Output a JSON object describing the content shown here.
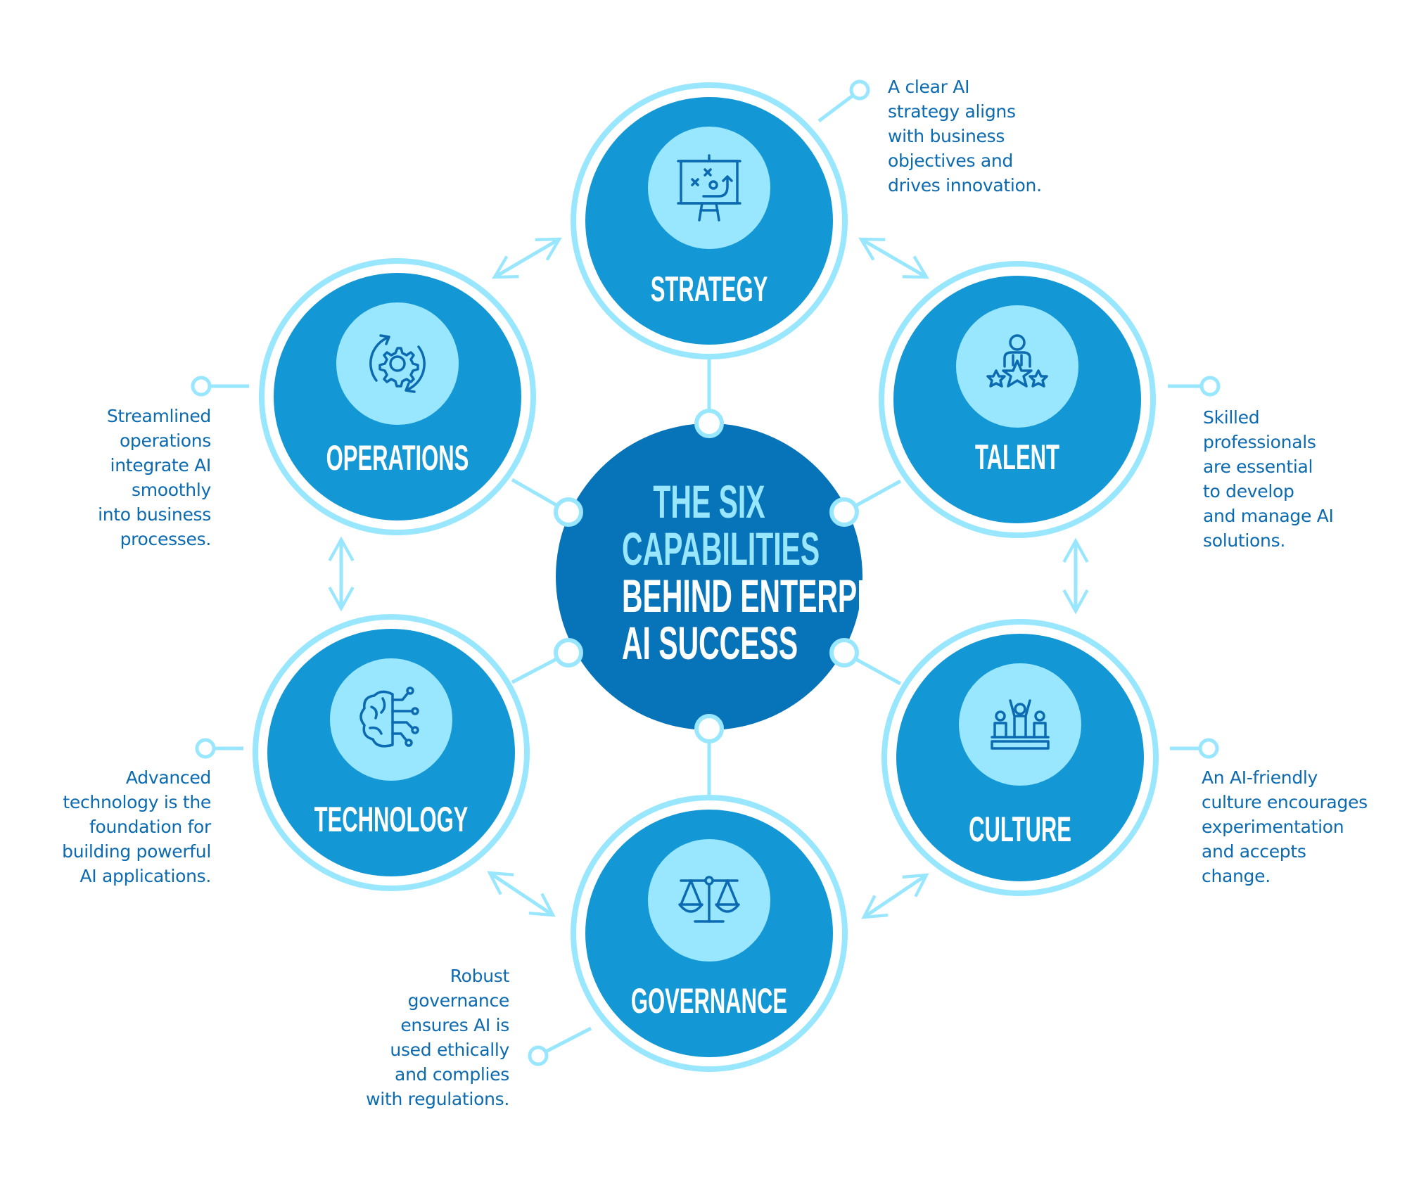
{
  "title": {
    "line1": "THE SIX",
    "line2": "CAPABILITIES",
    "line3": "BEHIND ENTERPRISE",
    "line4": "AI SUCCESS"
  },
  "capabilities": {
    "strategy": {
      "label": "STRATEGY",
      "icon": "strategy-board-icon",
      "description": "A clear AI\nstrategy aligns\nwith business\nobjectives and\ndrives innovation."
    },
    "talent": {
      "label": "TALENT",
      "icon": "person-stars-icon",
      "description": "Skilled\nprofessionals\nare essential\nto develop\nand manage AI\nsolutions."
    },
    "culture": {
      "label": "CULTURE",
      "icon": "team-podium-icon",
      "description": "An AI-friendly\nculture encourages\nexperimentation\nand accepts\nchange."
    },
    "governance": {
      "label": "GOVERNANCE",
      "icon": "scales-icon",
      "description": "Robust\ngovernance\nensures AI is\nused ethically\nand complies\nwith regulations."
    },
    "technology": {
      "label": "TECHNOLOGY",
      "icon": "brain-circuit-icon",
      "description": "Advanced\ntechnology is the\nfoundation for\nbuilding powerful\nAI applications."
    },
    "operations": {
      "label": "OPERATIONS",
      "icon": "gear-cycle-icon",
      "description": "Streamlined\noperations\nintegrate AI\nsmoothly\ninto business\nprocesses."
    }
  },
  "colors": {
    "light": "#99E6FF",
    "mid": "#1498D5",
    "dark": "#0773B8",
    "text": "#0B6AB0",
    "icon": "#0B6AB0"
  }
}
